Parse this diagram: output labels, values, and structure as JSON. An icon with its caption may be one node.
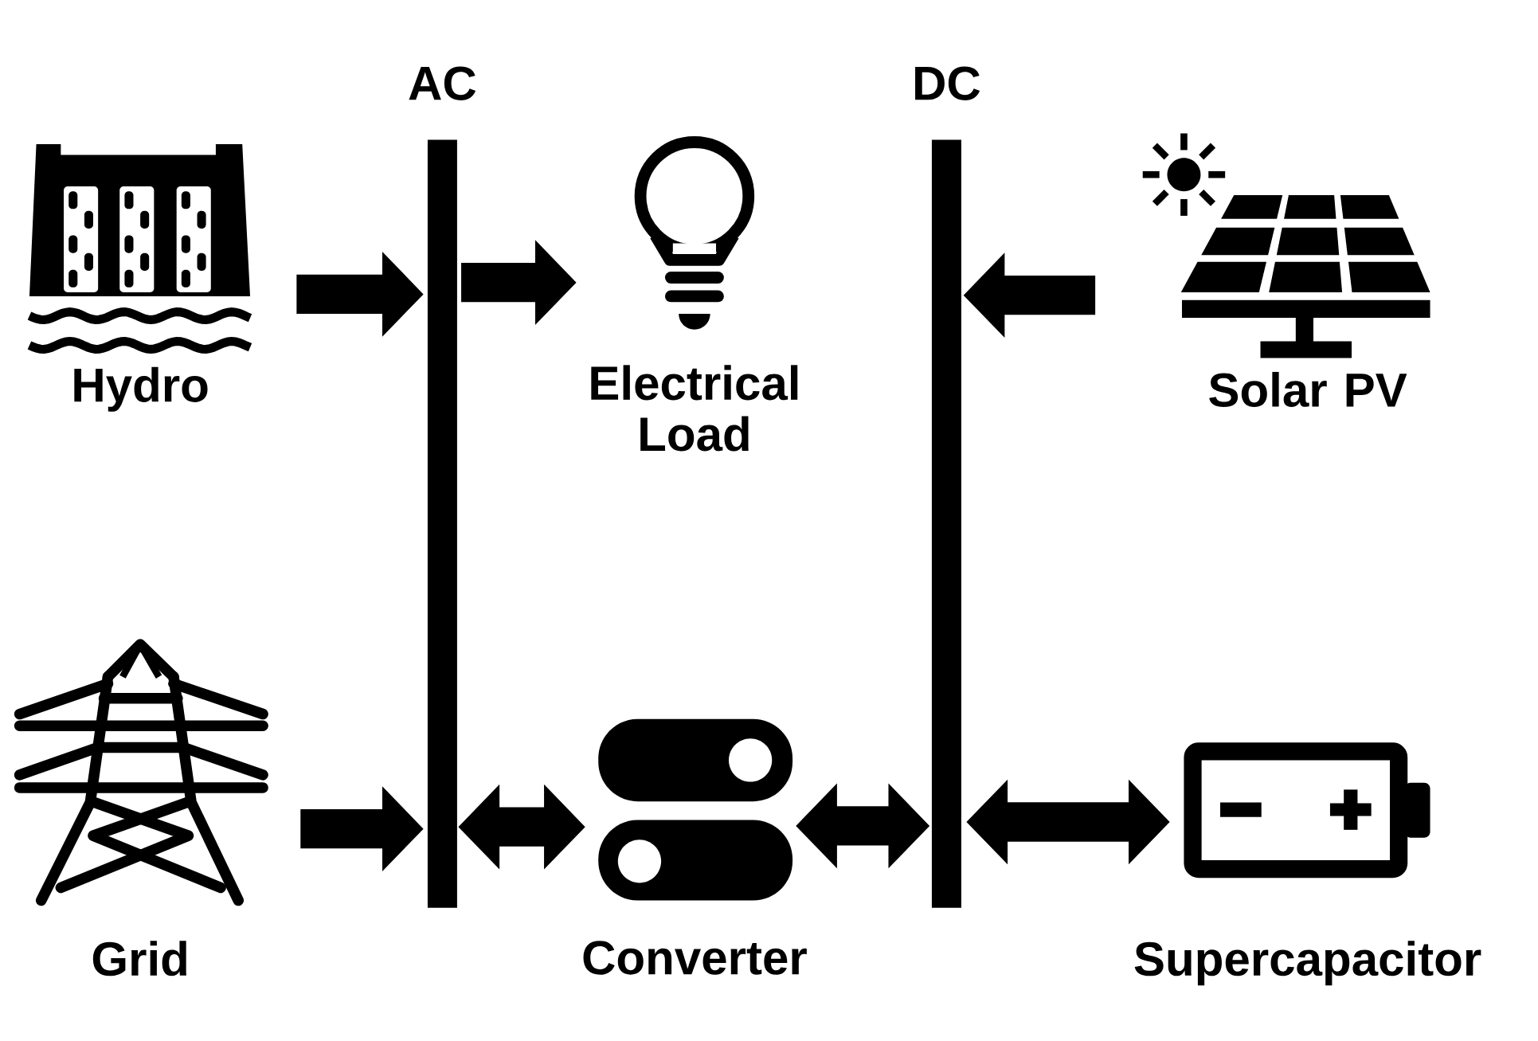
{
  "diagram": {
    "nodes": [
      {
        "text": [
          "AC"
        ]
      },
      {
        "text": [
          "DC"
        ]
      },
      {
        "text": [
          "Hydro"
        ]
      },
      {
        "text": [
          "Electrical Load"
        ]
      },
      {
        "text": [
          "Solar PV"
        ]
      },
      {
        "text": [
          "Grid"
        ]
      },
      {
        "text": [
          "Converter"
        ]
      },
      {
        "text": [
          "Supercapacitor"
        ]
      }
    ],
    "edges": [
      {
        "from": 2,
        "to": 0,
        "arrow": "to"
      },
      {
        "from": 0,
        "to": 3,
        "arrow": "to"
      },
      {
        "from": 4,
        "to": 1,
        "arrow": "to"
      },
      {
        "from": 5,
        "to": 0,
        "arrow": "to"
      },
      {
        "from": 0,
        "to": 6,
        "arrow": "both"
      },
      {
        "from": 6,
        "to": 1,
        "arrow": "both"
      },
      {
        "from": 1,
        "to": 7,
        "arrow": "both"
      }
    ]
  }
}
